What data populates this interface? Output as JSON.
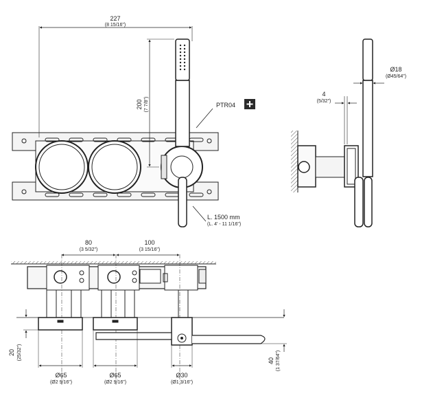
{
  "drawing": {
    "top_width": {
      "mm": "227",
      "in": "(8 15/16\")"
    },
    "handshower_height": {
      "mm": "200",
      "in": "(7 7/8\")"
    },
    "product_code": "PTR04",
    "add_icon": "plus-square-icon",
    "hose_length": {
      "mm": "L. 1500 mm",
      "in": "(L. 4' - 11 1/16\")"
    },
    "side_gap": {
      "mm": "4",
      "in": "(5/32\")"
    },
    "side_diameter": {
      "mm": "Ø18",
      "in": "(Ø45/64\")"
    },
    "spacing_left": {
      "mm": "80",
      "in": "(3 5/32\")"
    },
    "spacing_right": {
      "mm": "100",
      "in": "(3 15/16\")"
    },
    "depth_left": {
      "mm": "20",
      "in": "(25/32\")"
    },
    "depth_right": {
      "mm": "40",
      "in": "(1 37/64\")"
    },
    "dia_1": {
      "mm": "Ø65",
      "in": "(Ø2 9/16\")"
    },
    "dia_2": {
      "mm": "Ø65",
      "in": "(Ø2 9/16\")"
    },
    "dia_3": {
      "mm": "Ø30",
      "in": "(Ø1 3/16\")"
    }
  },
  "colors": {
    "line": "#222222",
    "fill": "#f4f4f4",
    "hatch": "#555555",
    "icon_bg": "#2b2b2b"
  }
}
